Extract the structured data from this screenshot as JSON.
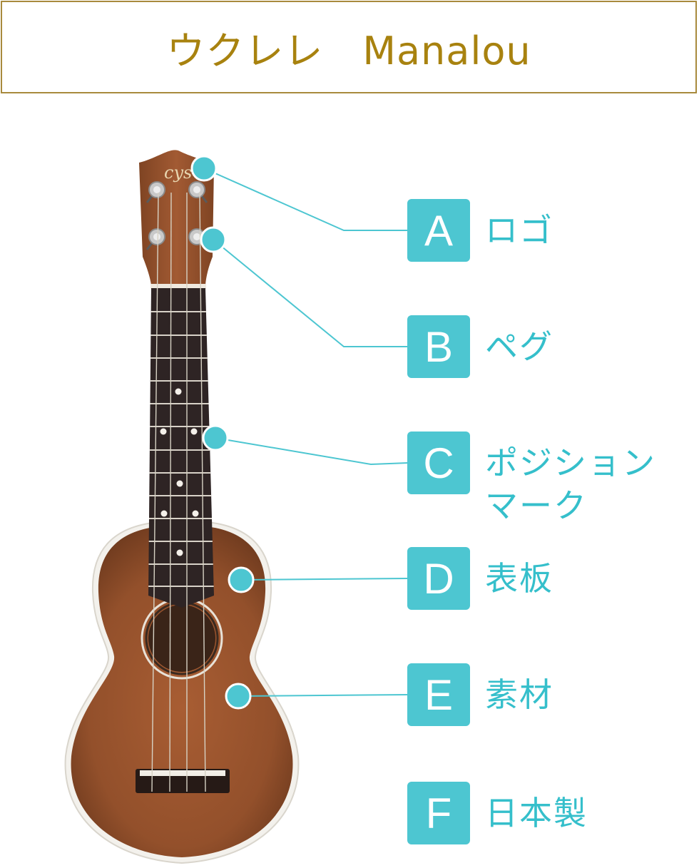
{
  "title": "ウクレレ　Manalou",
  "parts": [
    {
      "letter": "A",
      "name": "ロゴ"
    },
    {
      "letter": "B",
      "name": "ペグ"
    },
    {
      "letter": "C",
      "name": "ポジション\nマーク"
    },
    {
      "letter": "D",
      "name": "表板"
    },
    {
      "letter": "E",
      "name": "素材"
    },
    {
      "letter": "F",
      "name": "日本製"
    }
  ],
  "logo_text": "cys",
  "colors": {
    "accent": "#4dc6d1",
    "label_text": "#35bfcb",
    "title_text": "#a8820f",
    "title_border": "#a88a3d",
    "wood": "#9a5530",
    "fretboard": "#2e2424"
  }
}
